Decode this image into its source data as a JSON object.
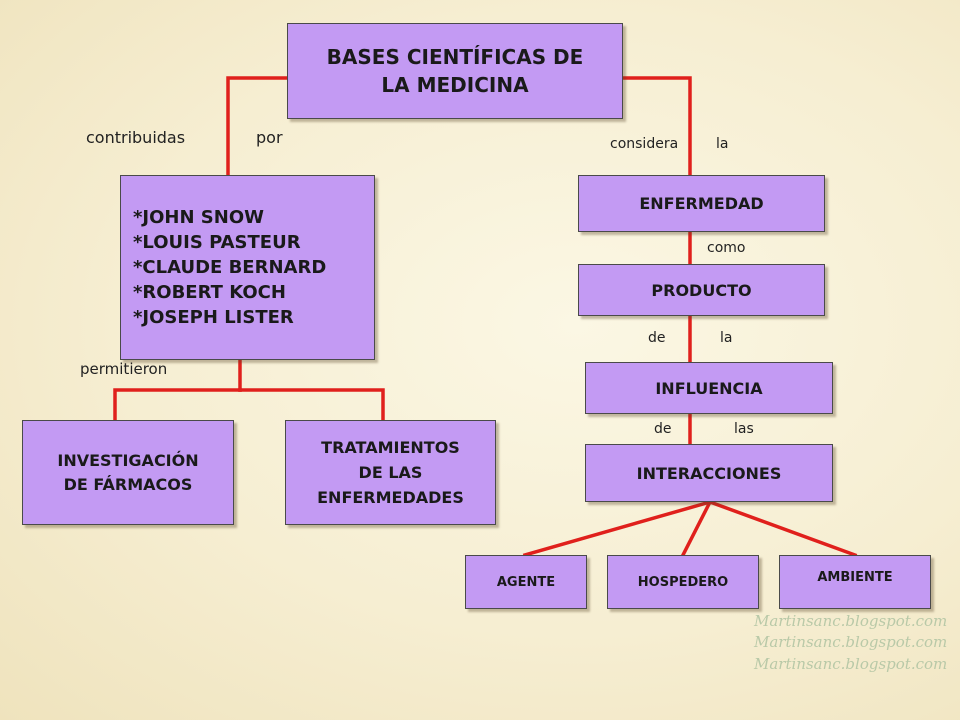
{
  "colors": {
    "box_fill": "#c39af3",
    "box_border": "#4a4a4a",
    "connector": "#e0201c"
  },
  "nodes": {
    "root": [
      "BASES CIENTÍFICAS DE",
      "LA MEDICINA"
    ],
    "scientists": [
      "*JOHN SNOW",
      "*LOUIS PASTEUR",
      "*CLAUDE BERNARD",
      "*ROBERT KOCH",
      "*JOSEPH LISTER"
    ],
    "research": [
      "INVESTIGACIÓN",
      "DE FÁRMACOS"
    ],
    "treatments": [
      "TRATAMIENTOS",
      "DE LAS",
      "ENFERMEDADES"
    ],
    "disease": "ENFERMEDAD",
    "product": "PRODUCTO",
    "influence": "INFLUENCIA",
    "interactions": "INTERACCIONES",
    "agent": "AGENTE",
    "host": "HOSPEDERO",
    "environment": "AMBIENTE"
  },
  "links": {
    "contribuidas": "contribuidas",
    "por": "por",
    "considera": "considera",
    "la_1": "la",
    "como": "como",
    "de_1": "de",
    "la_2": "la",
    "de_2": "de",
    "las": "las",
    "permitieron": "permitieron"
  },
  "watermark": [
    "Martinsanc.blogspot.com",
    "Martinsanc.blogspot.com",
    "Martinsanc.blogspot.com"
  ]
}
